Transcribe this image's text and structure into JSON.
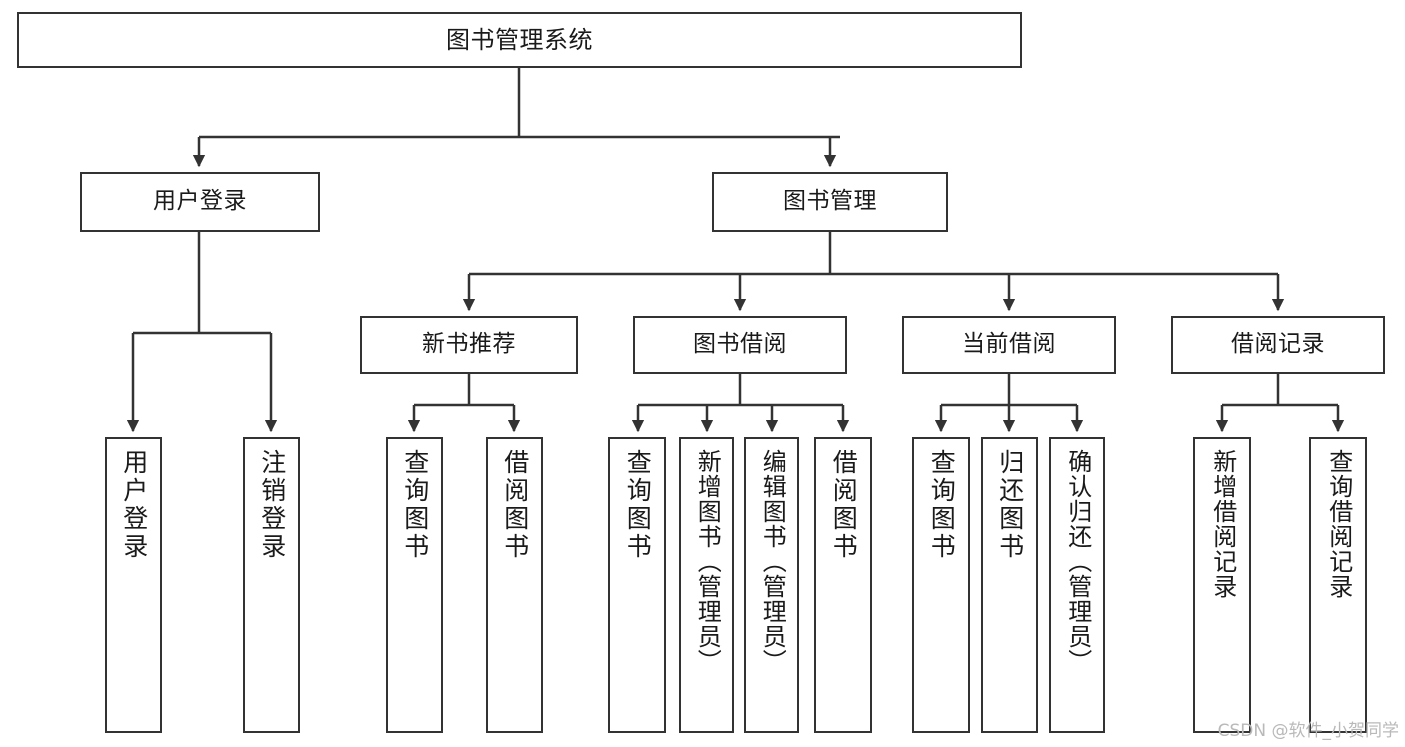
{
  "diagram": {
    "title": "图书管理系统",
    "watermark": "CSDN @软件_小贺同学",
    "stroke_color": "#333333",
    "background_color": "#ffffff",
    "text_color": "#1a1a1a",
    "watermark_color": "#b9b9b9"
  },
  "nodes": {
    "root": {
      "label": "图书管理系统"
    },
    "level2": [
      {
        "label": "用户登录"
      },
      {
        "label": "图书管理"
      }
    ],
    "level3": [
      {
        "label": "新书推荐"
      },
      {
        "label": "图书借阅"
      },
      {
        "label": "当前借阅"
      },
      {
        "label": "借阅记录"
      }
    ],
    "leaves": {
      "user_login": [
        {
          "label": "用户登录"
        },
        {
          "label": "注销登录"
        }
      ],
      "new_book": [
        {
          "label": "查询图书"
        },
        {
          "label": "借阅图书"
        }
      ],
      "book_borrow": [
        {
          "label": "查询图书"
        },
        {
          "label": "新增图书（管理员）"
        },
        {
          "label": "编辑图书（管理员）"
        },
        {
          "label": "借阅图书"
        }
      ],
      "current_borrow": [
        {
          "label": "查询图书"
        },
        {
          "label": "归还图书"
        },
        {
          "label": "确认归还（管理员）"
        }
      ],
      "borrow_record": [
        {
          "label": "新增借阅记录"
        },
        {
          "label": "查询借阅记录"
        }
      ]
    }
  },
  "edges": {
    "root_to_level2": [
      "用户登录",
      "图书管理"
    ],
    "book_manage_to_level3": [
      "新书推荐",
      "图书借阅",
      "当前借阅",
      "借阅记录"
    ],
    "user_login_to_leaves": [
      "用户登录",
      "注销登录"
    ],
    "new_book_to_leaves": [
      "查询图书",
      "借阅图书"
    ],
    "book_borrow_to_leaves": [
      "查询图书",
      "新增图书（管理员）",
      "编辑图书（管理员）",
      "借阅图书"
    ],
    "current_borrow_to_leaves": [
      "查询图书",
      "归还图书",
      "确认归还（管理员）"
    ],
    "borrow_record_to_leaves": [
      "新增借阅记录",
      "查询借阅记录"
    ]
  }
}
